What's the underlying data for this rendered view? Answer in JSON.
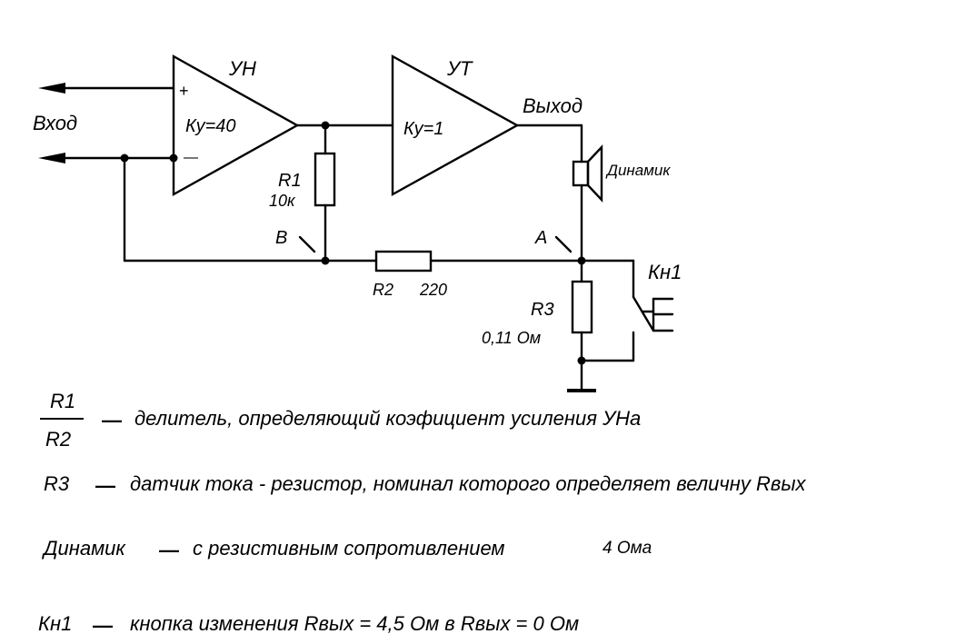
{
  "schematic": {
    "amp1": {
      "name": "УН",
      "gain": "Ку=40",
      "plus": "+",
      "minus": "—"
    },
    "amp2": {
      "name": "УТ",
      "gain": "Ку=1"
    },
    "input_label": "Вход",
    "output_label": "Выход",
    "speaker_label": "Динамик",
    "r1": {
      "name": "R1",
      "value": "10к"
    },
    "r2": {
      "name": "R2",
      "value": "220"
    },
    "r3": {
      "name": "R3",
      "value": "0,11 Ом"
    },
    "node_a": "A",
    "node_b": "B",
    "button": "Кн1"
  },
  "legend": {
    "fraction_num": "R1",
    "fraction_den": "R2",
    "dash": "—",
    "line1_text": "делитель, определяющий коэфициент усиления УНа",
    "line2_term": "R3",
    "line2_text": "датчик тока - резистор, номинал которого определяет величну Rвых",
    "line3_term": "Динамик",
    "line3_text": "с резистивным сопротивлением",
    "line3_value": "4 Ома",
    "line4_term": "Кн1",
    "line4_text": "кнопка изменения Rвых = 4,5 Ом в Rвых = 0 Ом"
  }
}
